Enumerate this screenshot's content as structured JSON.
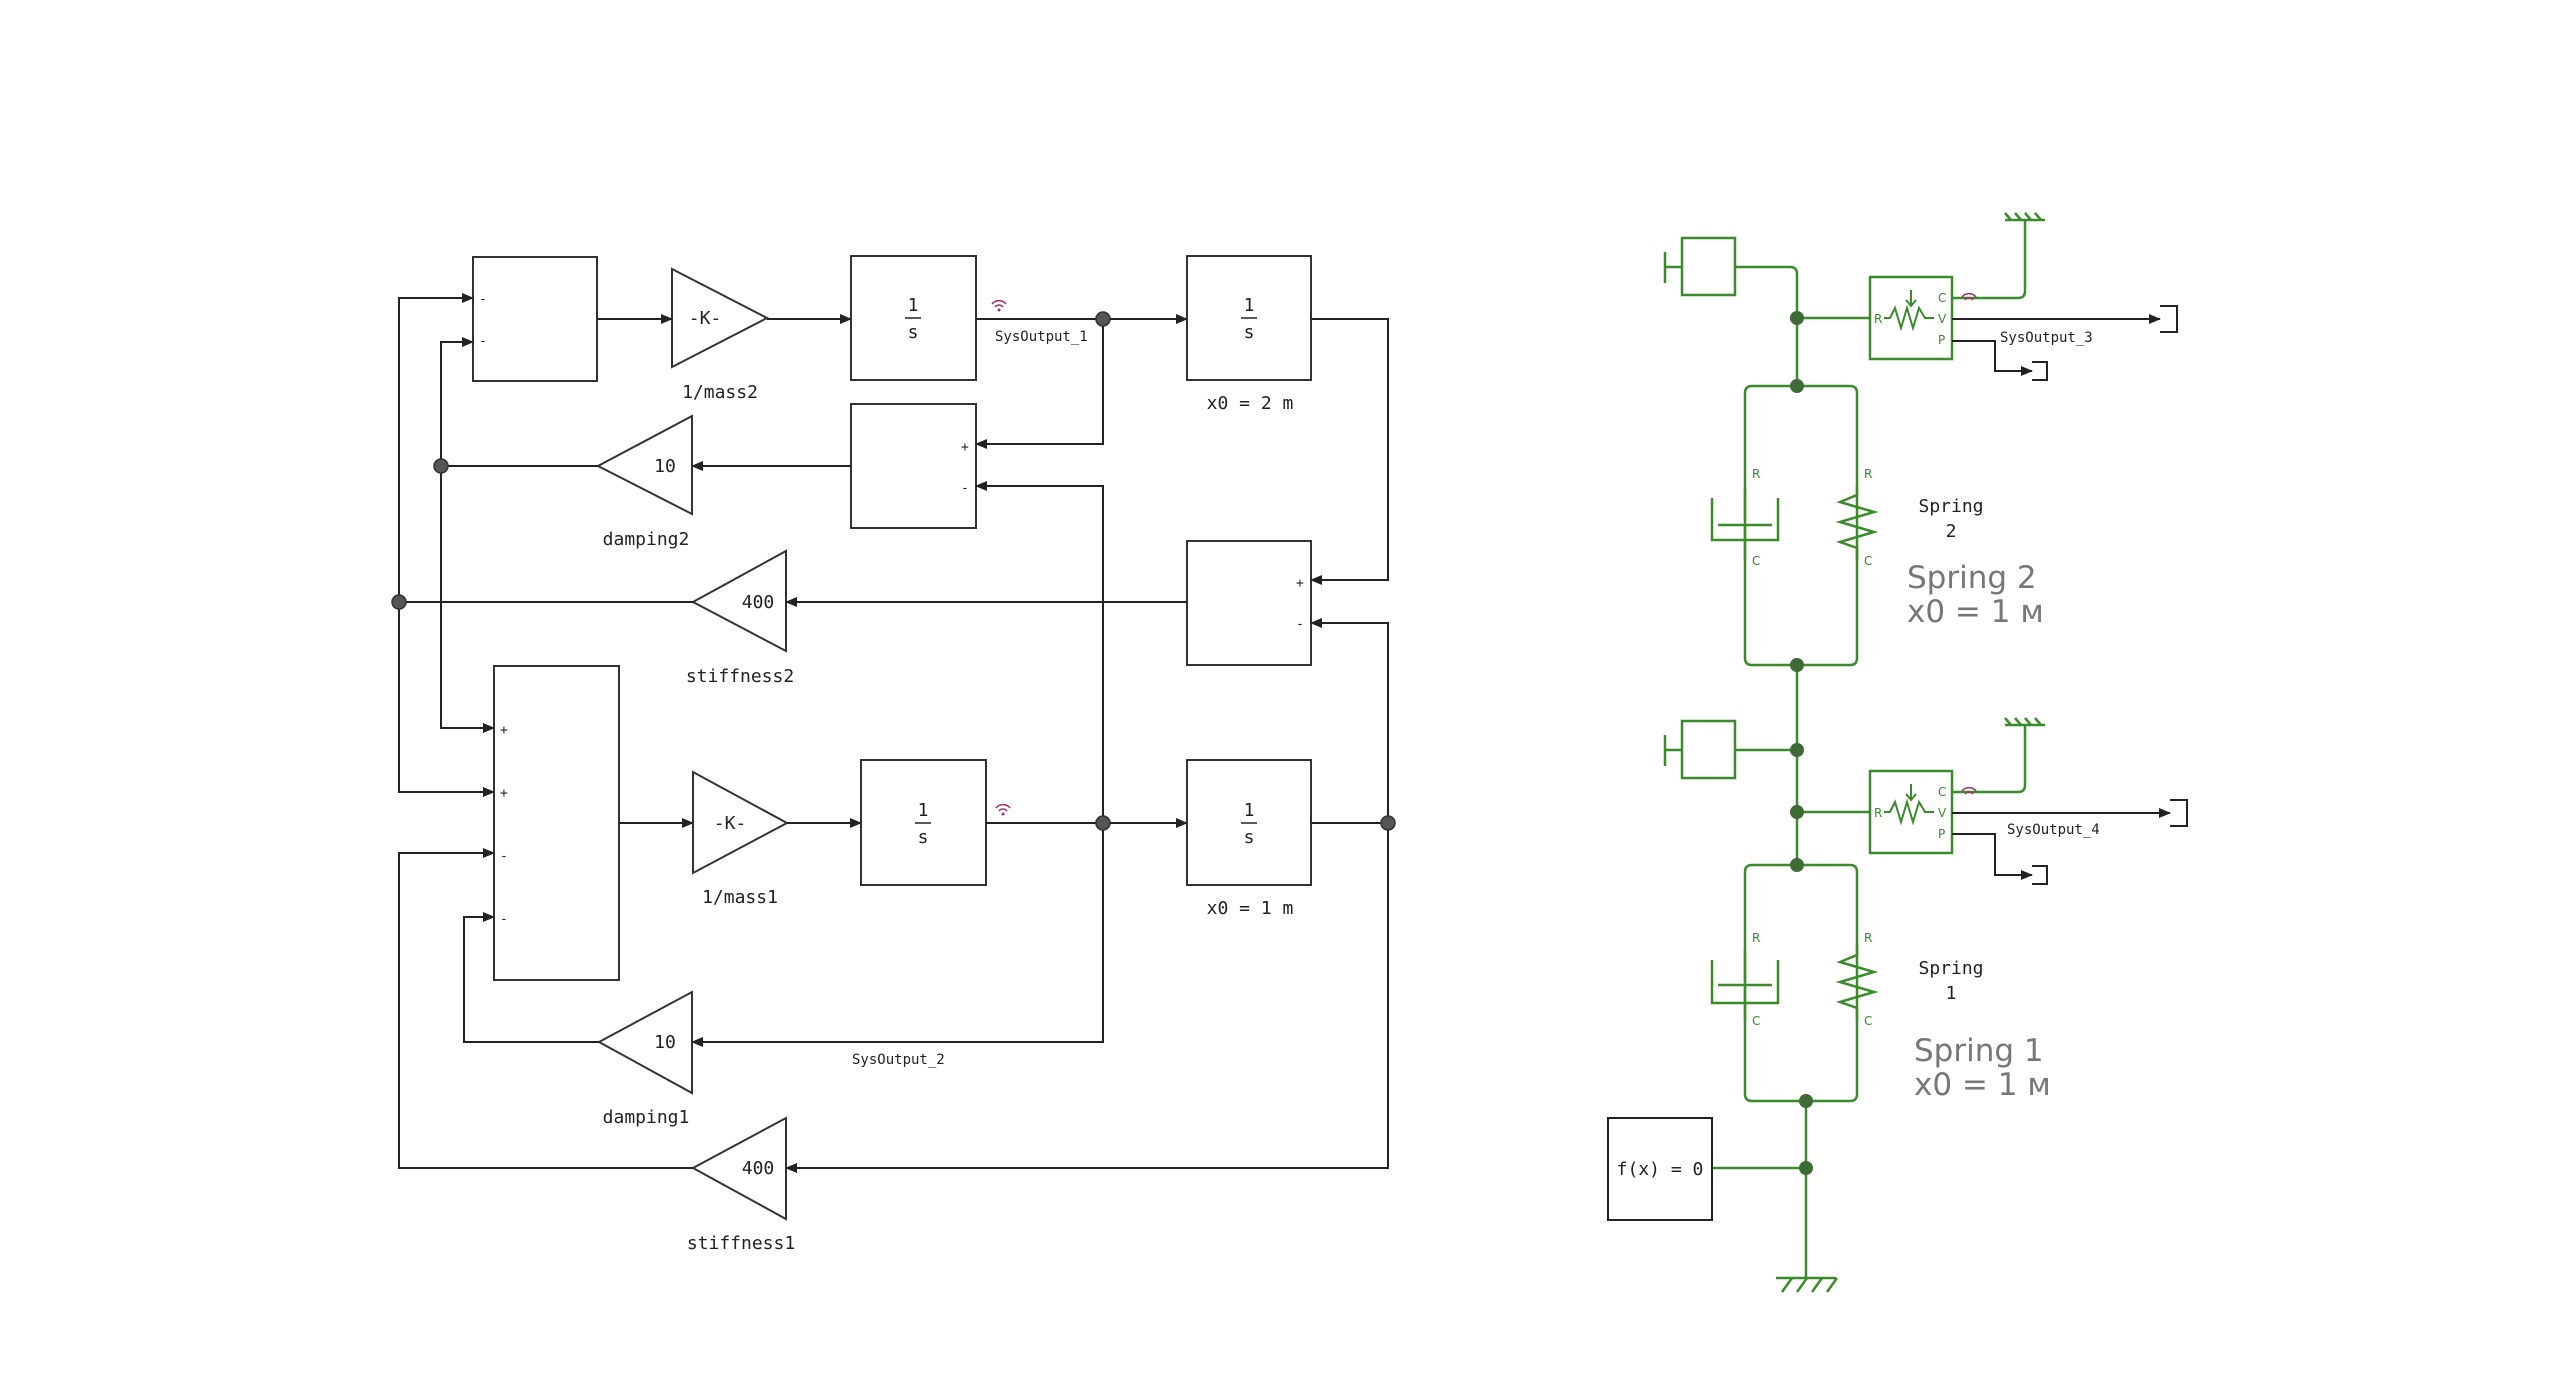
{
  "colors": {
    "wire": "#222222",
    "physical": "#3b8a2c",
    "node": "#3e6a35",
    "signal": "#a0306a",
    "annotation": "#777777"
  },
  "blocks": {
    "integrator_frac": {
      "num": "1",
      "den": "s"
    },
    "gain_K": "-K-",
    "mass2_label": "1/mass2",
    "mass1_label": "1/mass1",
    "damping2": {
      "value": "10",
      "label": "damping2"
    },
    "damping1": {
      "value": "10",
      "label": "damping1"
    },
    "stiffness2": {
      "value": "400",
      "label": "stiffness2"
    },
    "stiffness1": {
      "value": "400",
      "label": "stiffness1"
    },
    "x0_top": "x0 = 2 m",
    "x0_bottom": "x0 = 1 m"
  },
  "signals": {
    "out1": "SysOutput_1",
    "out2": "SysOutput_2",
    "out3": "SysOutput_3",
    "out4": "SysOutput_4"
  },
  "signs": {
    "plus": "+",
    "minus": "-"
  },
  "physical": {
    "spring2_name": "Spring\n2",
    "spring2_l1": "Spring",
    "spring2_l2": "2",
    "spring1_l1": "Spring",
    "spring1_l2": "1",
    "spring2_ann1": "Spring 2",
    "spring2_ann2": "x0 = 1 м",
    "spring1_ann1": "Spring 1",
    "spring1_ann2": "x0 = 1 м",
    "port_R": "R",
    "port_C": "C",
    "port_V": "V",
    "port_P": "P",
    "fx_block": "f(x) = 0"
  },
  "icons": [
    "wifi-signal-icon",
    "arrow-head-icon",
    "mass-icon",
    "ground-icon",
    "sensor-icon",
    "spring-icon",
    "damper-icon",
    "terminator-icon"
  ]
}
